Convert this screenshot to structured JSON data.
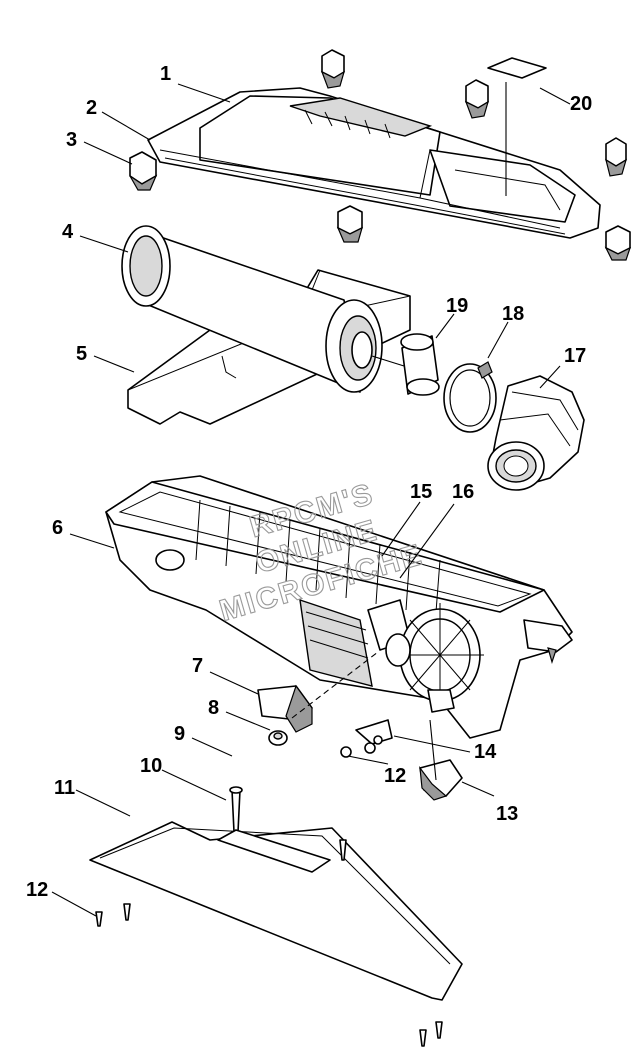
{
  "watermark": {
    "line1": "RPCM'S",
    "line2": "ONLINE",
    "line3": "MICROFICHE"
  },
  "callouts": [
    {
      "id": "c1",
      "label": "1"
    },
    {
      "id": "c2",
      "label": "2"
    },
    {
      "id": "c3",
      "label": "3"
    },
    {
      "id": "c4",
      "label": "4"
    },
    {
      "id": "c5",
      "label": "5"
    },
    {
      "id": "c6",
      "label": "6"
    },
    {
      "id": "c7",
      "label": "7"
    },
    {
      "id": "c8",
      "label": "8"
    },
    {
      "id": "c9",
      "label": "9"
    },
    {
      "id": "c10",
      "label": "10"
    },
    {
      "id": "c11",
      "label": "11"
    },
    {
      "id": "c12a",
      "label": "12"
    },
    {
      "id": "c12b",
      "label": "12"
    },
    {
      "id": "c13",
      "label": "13"
    },
    {
      "id": "c14",
      "label": "14"
    },
    {
      "id": "c15",
      "label": "15"
    },
    {
      "id": "c16",
      "label": "16"
    },
    {
      "id": "c17",
      "label": "17"
    },
    {
      "id": "c18",
      "label": "18"
    },
    {
      "id": "c19",
      "label": "19"
    },
    {
      "id": "c20",
      "label": "20"
    }
  ]
}
